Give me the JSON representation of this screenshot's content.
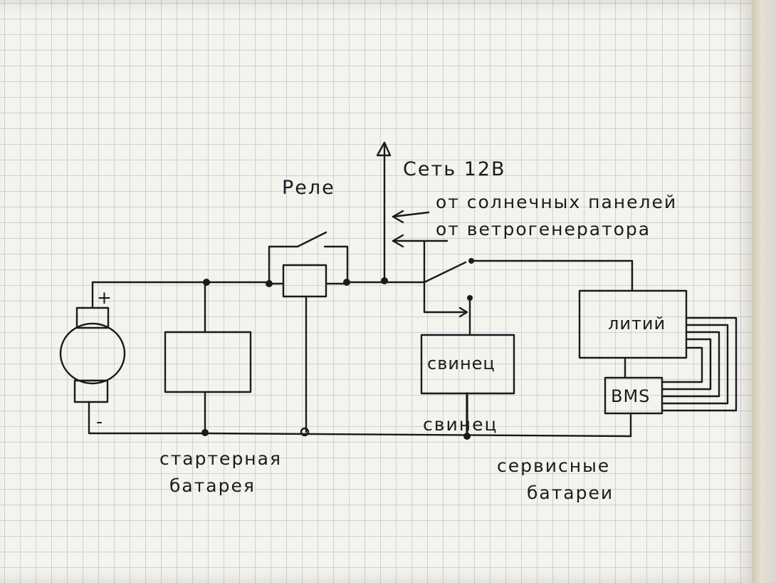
{
  "diagram": {
    "labels": {
      "network": "Сеть 12В",
      "relay": "Реле",
      "from_solar": "от солнечных панелей",
      "from_wind": "от ветрогенератора",
      "starter_battery_line1": "стартерная",
      "starter_battery_line2": "батарея",
      "service_batteries_line1": "сервисные",
      "service_batteries_line2": "батареи",
      "lead_box": "свинец",
      "lead_below": "свинец",
      "lithium": "литий",
      "bms": "BMS",
      "plus": "+",
      "minus": "-"
    },
    "components": [
      "generator",
      "starter-battery",
      "relay",
      "changeover-switch",
      "lead-battery",
      "lithium-battery",
      "bms"
    ]
  }
}
